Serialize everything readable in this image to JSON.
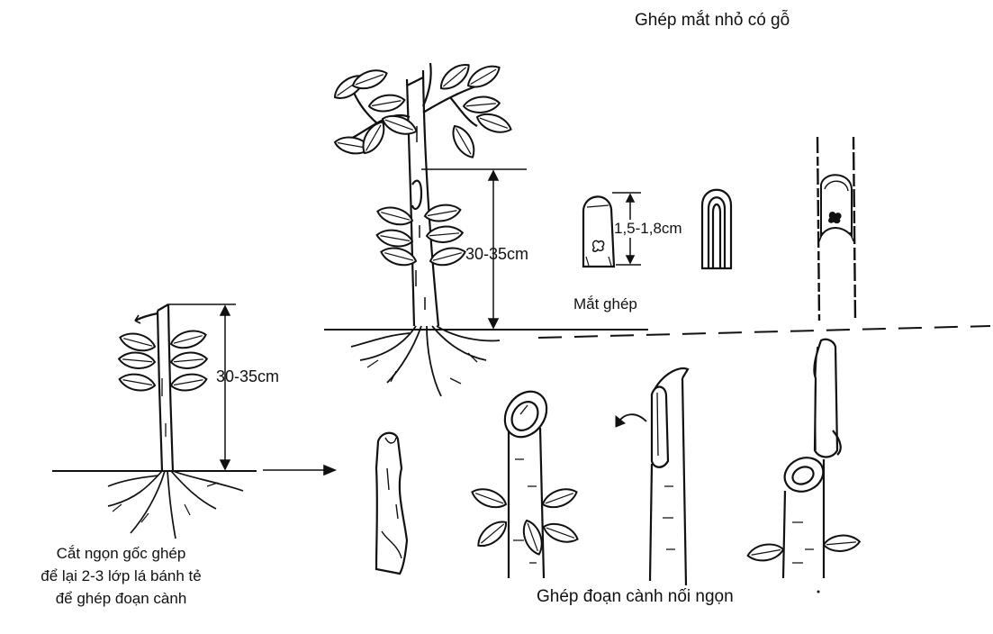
{
  "titles": {
    "top_right": "Ghép mắt nhỏ có gỗ",
    "bottom": "Ghép đoạn cành nối ngọn"
  },
  "measurements": {
    "large_plant": "30-35cm",
    "small_plant": "30-35cm",
    "bud": "1,5-1,8cm"
  },
  "labels": {
    "bud_graft": "Mắt ghép"
  },
  "caption": {
    "line1": "Cắt ngọn gốc ghép",
    "line2": "để lại 2-3 lớp lá bánh tẻ",
    "line3": "để ghép đoạn cành"
  }
}
